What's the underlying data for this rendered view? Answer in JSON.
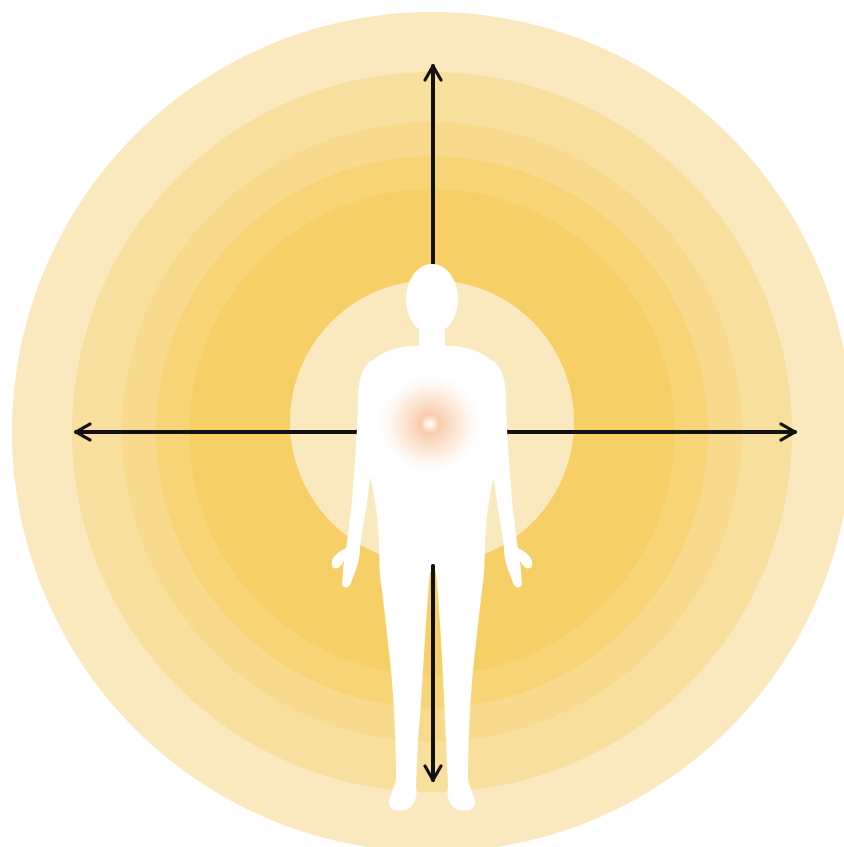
{
  "diagram": {
    "rings": [
      {
        "color": "#FAE9BE"
      },
      {
        "color": "#F8DF9E"
      },
      {
        "color": "#F8DA8C"
      },
      {
        "color": "#F7D577"
      },
      {
        "color": "#F6D066"
      },
      {
        "color": "#FAE9BE"
      }
    ],
    "arrow_color": "#111111",
    "arrows": [
      "up",
      "left",
      "right",
      "down"
    ],
    "figure": {
      "color": "#FFFFFF",
      "glow_color": "#F8C9A6"
    }
  }
}
